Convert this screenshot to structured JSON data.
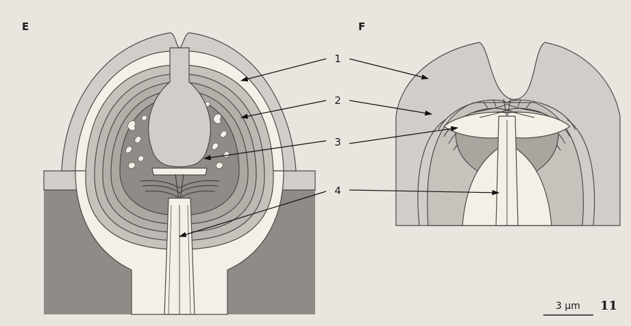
{
  "panels": [
    {
      "letter": "E"
    },
    {
      "letter": "F"
    }
  ],
  "callouts": [
    "1",
    "2",
    "3",
    "4"
  ],
  "scale_bar": {
    "label": "3 µm"
  },
  "figure_number": "11",
  "colors": {
    "background": "#ebe5df",
    "tissue_light": "#d1cdc8",
    "tissue_mid": "#a9a59f",
    "tissue_dark": "#8f8b86",
    "pale": "#f4f0e8",
    "outline": "#4a4a4a"
  }
}
